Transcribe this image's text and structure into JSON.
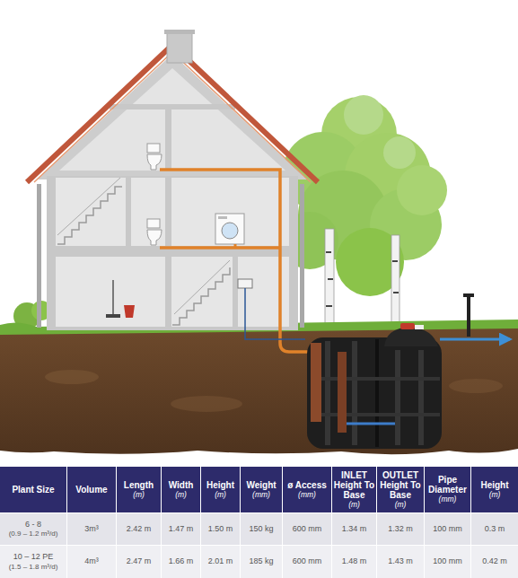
{
  "diagram": {
    "labels": [
      "Plant Size",
      "Volume",
      "Length",
      "(m)",
      "Width",
      "(m)",
      "Height",
      "(m)",
      "Weight",
      "(mm)",
      "ø Access",
      "(mm)",
      "INLET Height To Base",
      "(m)",
      "OUTLET Height To Base",
      "(m)",
      "Pipe Diameter",
      "(mm)",
      "Height",
      "(m)",
      "6 - 8",
      "(0.9 – 1.2 m³/d)",
      "3m³",
      "2.42 m",
      "1.47 m",
      "1.50 m",
      "150 kg",
      "600 mm",
      "1.34 m",
      "1.32 m",
      "100 mm",
      "0.3 m",
      "10 – 12 PE",
      "(1.5 – 1.8 m³/d)",
      "4m³",
      "2.47 m",
      "1.66 m",
      "2.01 m",
      "185 kg",
      "600 mm",
      "1.48 m",
      "1.43 m",
      "100 mm",
      "0.42 m"
    ]
  }
}
